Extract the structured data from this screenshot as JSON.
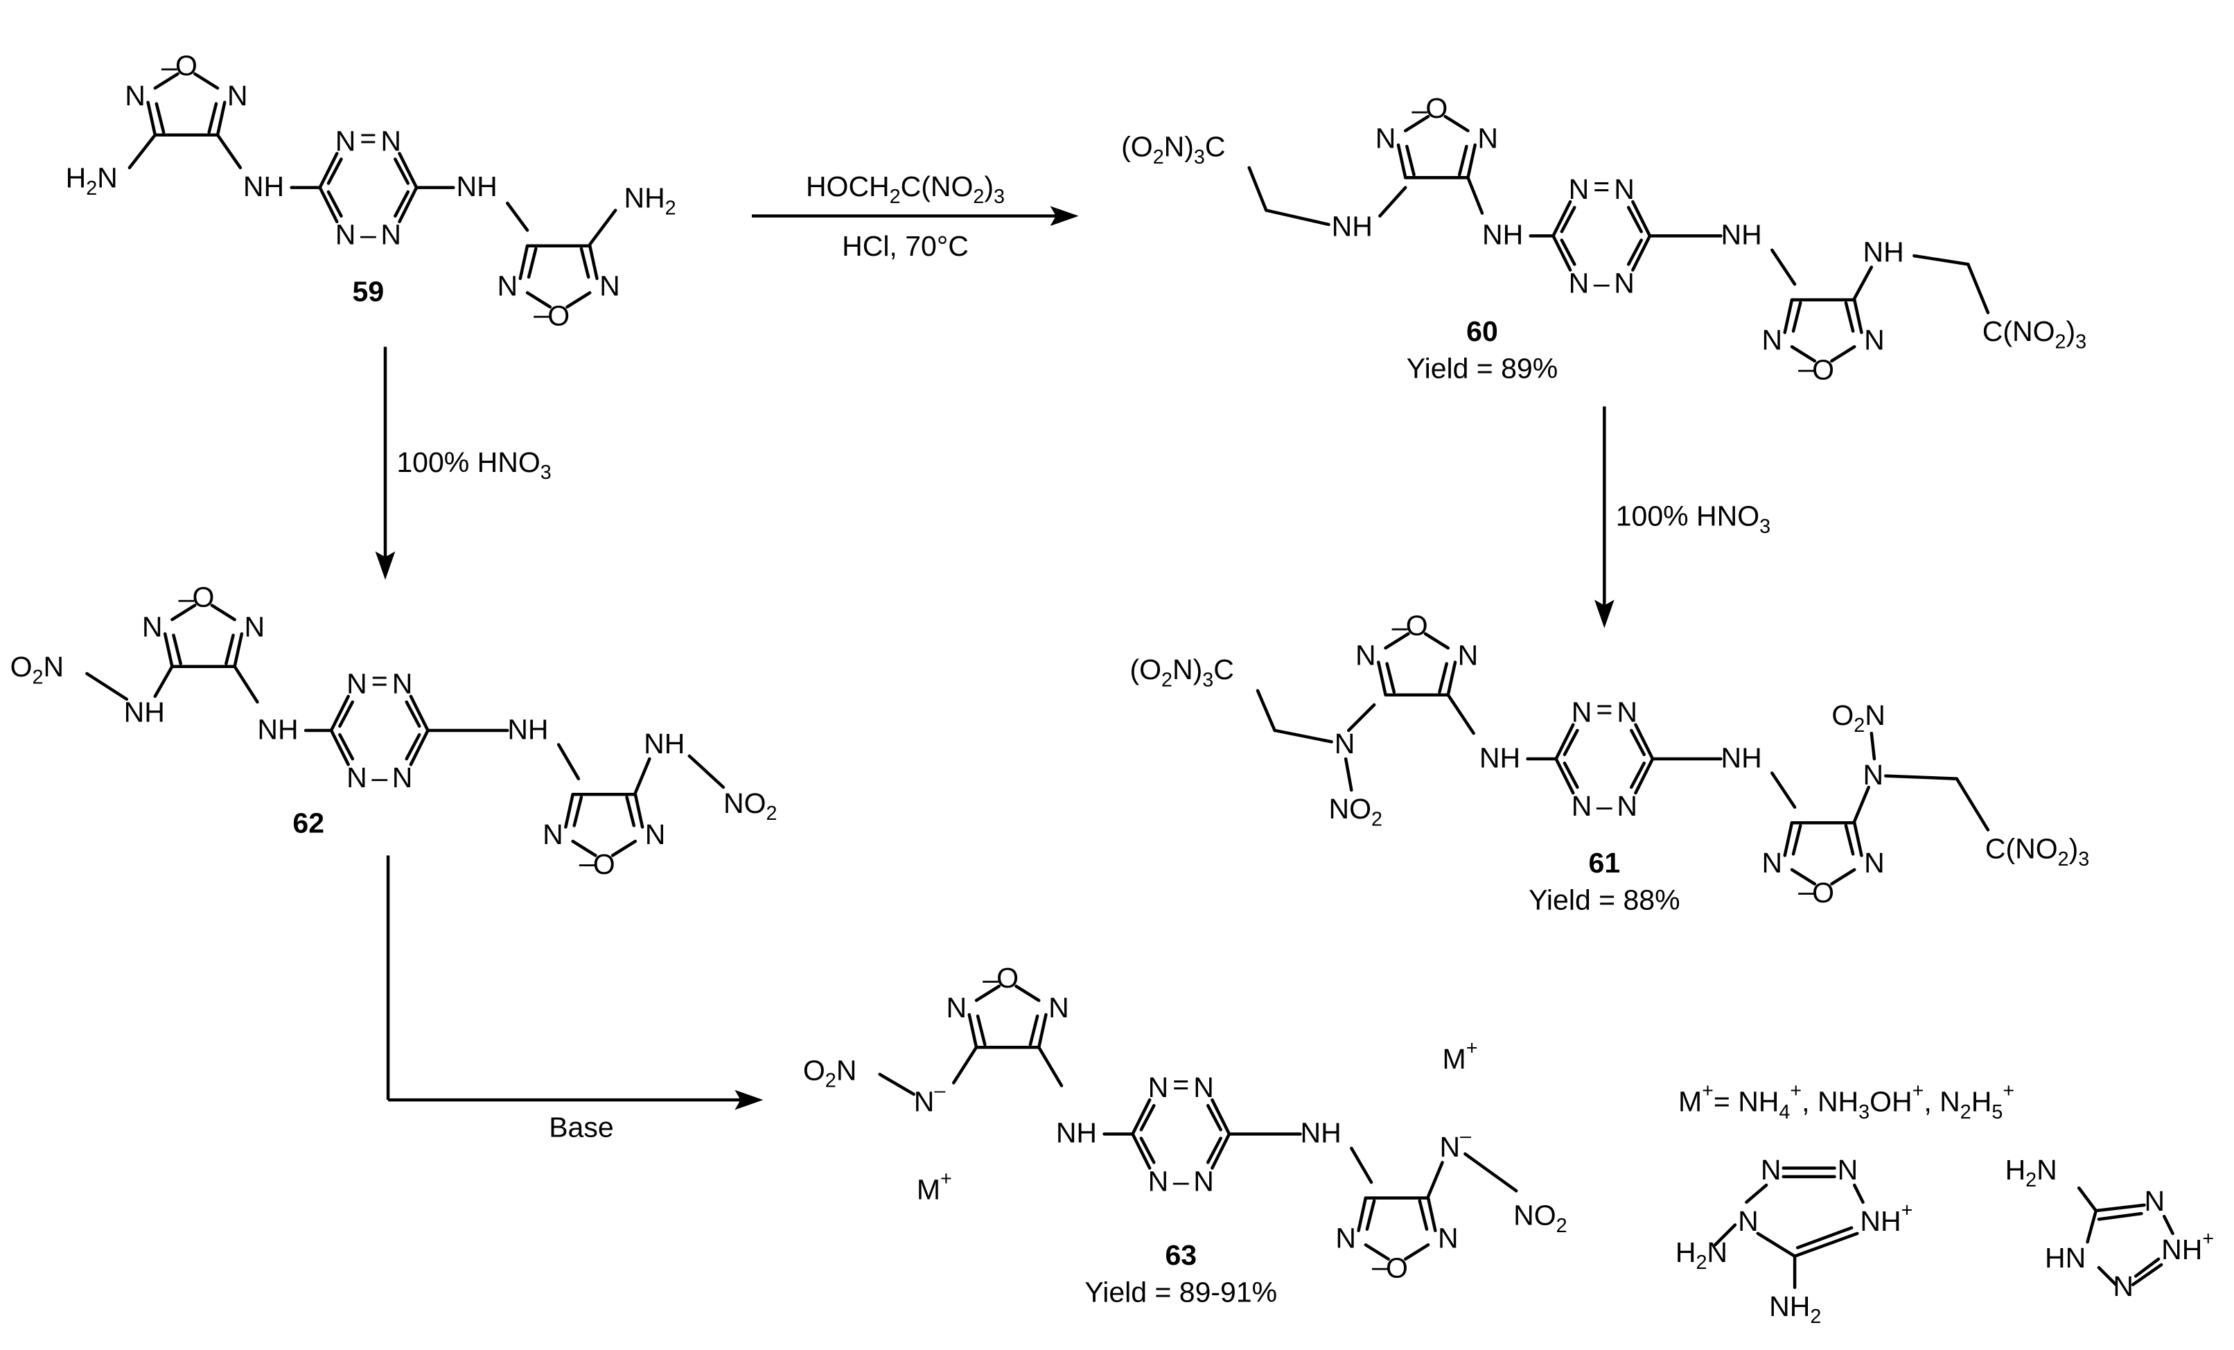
{
  "compounds": {
    "c59": {
      "number": "59"
    },
    "c60": {
      "number": "60",
      "yield": "Yield = 89%"
    },
    "c61": {
      "number": "61",
      "yield": "Yield = 88%"
    },
    "c62": {
      "number": "62"
    },
    "c63": {
      "number": "63",
      "yield": "Yield = 89-91%"
    }
  },
  "reactions": {
    "r1": {
      "line1": [
        "HOCH",
        "2",
        "C(NO",
        "2",
        ")",
        "3"
      ],
      "line2": "HCl, 70°C"
    },
    "r2": {
      "label": [
        "100% HNO",
        "3"
      ]
    },
    "r3": {
      "label": [
        "100% HNO",
        "3"
      ]
    },
    "r4": {
      "label": "Base"
    }
  },
  "counterions": {
    "legend": [
      "M",
      "+",
      "= NH",
      "4",
      "+",
      ", NH",
      "3",
      "OH",
      "+",
      ", N",
      "2",
      "H",
      "5",
      "+"
    ]
  }
}
